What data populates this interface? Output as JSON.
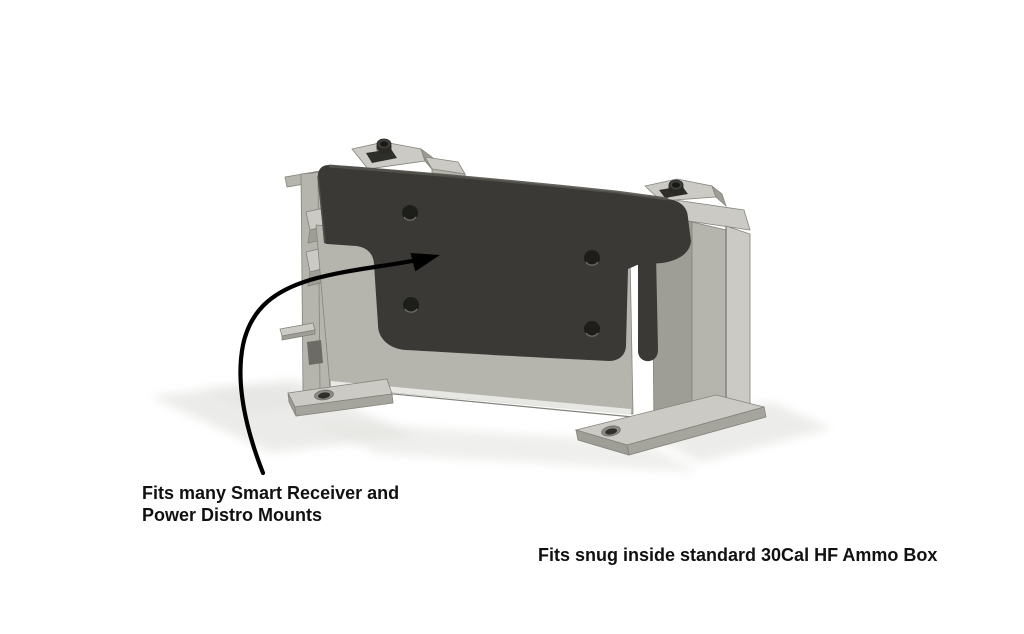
{
  "captions": {
    "callout": {
      "line1": "Fits many Smart Receiver and",
      "line2": "Power Distro Mounts"
    },
    "footer": "Fits snug inside standard 30Cal HF Ammo Box"
  },
  "colors": {
    "bg": "#ffffff",
    "text": "#111111",
    "arrow": "#000000",
    "plate": "#3a3935",
    "plate-bevel": "#54534d",
    "hole-dark": "#1d1d1a",
    "metal-light": "#cbcac4",
    "metal-mid": "#b5b4ad",
    "metal-side": "#9e9d96",
    "metal-shade": "#a5a49d",
    "metal-edge": "#84837c",
    "shadow": "#e4e4e1"
  }
}
